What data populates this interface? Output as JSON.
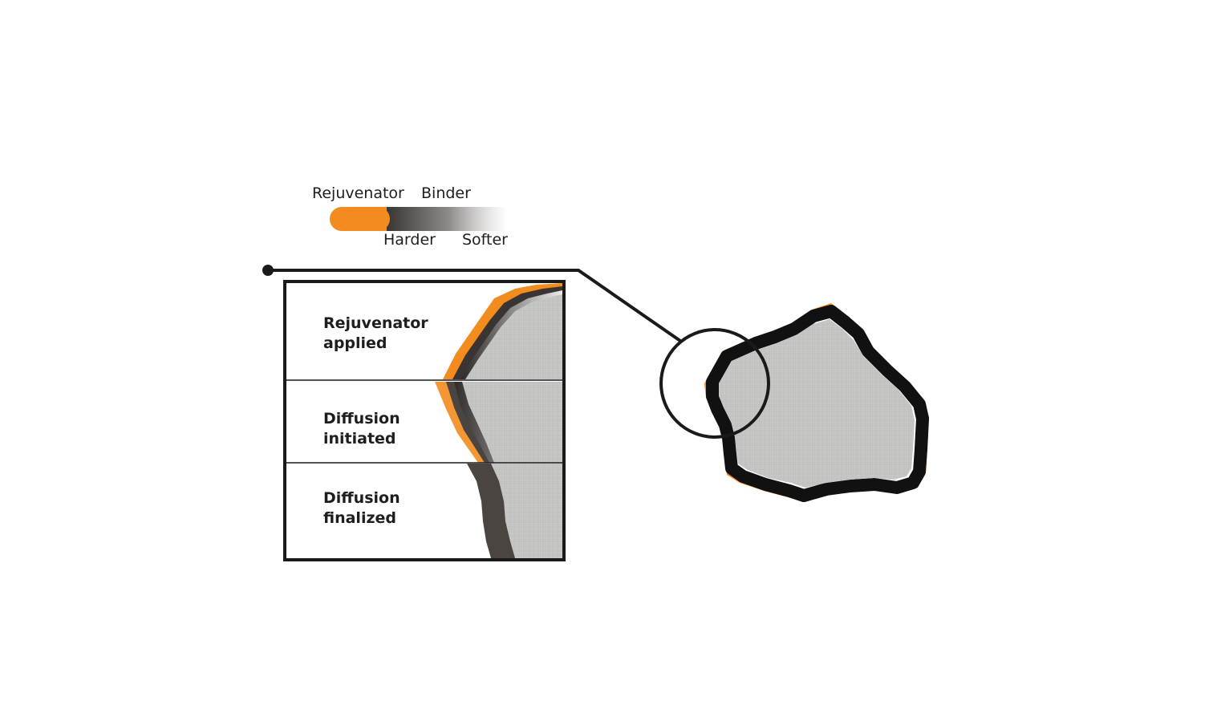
{
  "legend": {
    "rejuvenator_label": "Rejuvenator",
    "binder_label": "Binder",
    "harder_label": "Harder",
    "softer_label": "Softer"
  },
  "stages": [
    {
      "line1": "Rejuvenator",
      "line2": "applied"
    },
    {
      "line1": "Diffusion",
      "line2": "initiated"
    },
    {
      "line1": "Diffusion",
      "line2": "finalized"
    }
  ],
  "colors": {
    "rejuvenator": "#f28c1e",
    "binder_hard": "#2b2826",
    "binder_soft": "#ffffff",
    "aggregate": "#c2c2c0",
    "outline": "#111111",
    "diffused_binder": "#4a4541"
  }
}
